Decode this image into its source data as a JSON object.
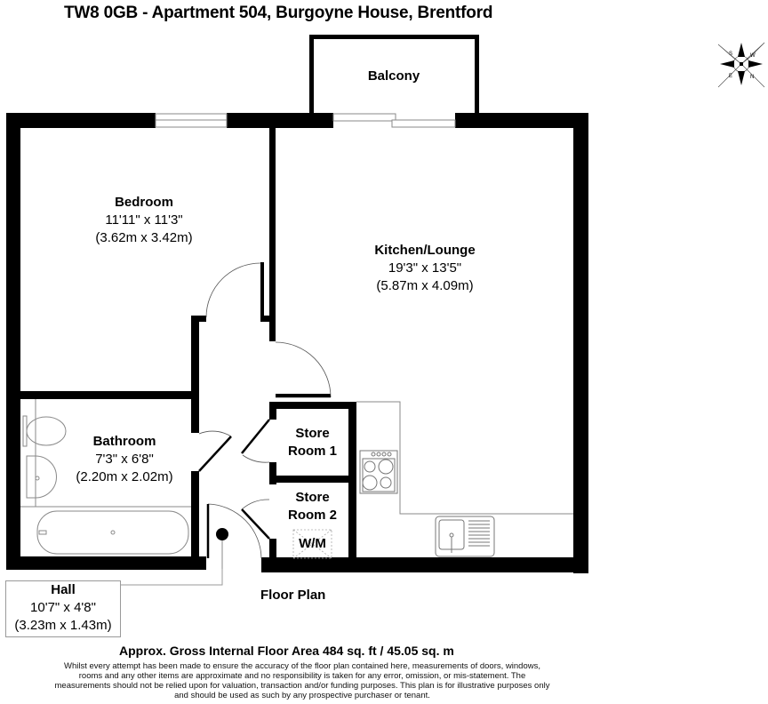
{
  "header": {
    "title": "TW8 0GB - Apartment 504, Burgoyne House, Brentford"
  },
  "compass": {
    "icon": "compass-rose-icon",
    "letters": [
      "S",
      "W",
      "E",
      "N"
    ]
  },
  "rooms": {
    "balcony": {
      "name": "Balcony"
    },
    "bedroom": {
      "name": "Bedroom",
      "dim_imperial": "11'11\" x 11'3\"",
      "dim_metric": "(3.62m x 3.42m)"
    },
    "kitchen_lounge": {
      "name": "Kitchen/Lounge",
      "dim_imperial": "19'3\" x 13'5\"",
      "dim_metric": "(5.87m x 4.09m)"
    },
    "bathroom": {
      "name": "Bathroom",
      "dim_imperial": "7'3\" x 6'8\"",
      "dim_metric": "(2.20m x 2.02m)"
    },
    "store_room_1": {
      "name_line1": "Store",
      "name_line2": "Room 1"
    },
    "store_room_2": {
      "name_line1": "Store",
      "name_line2": "Room 2"
    },
    "washing_machine": {
      "label": "W/M"
    },
    "hall": {
      "name": "Hall",
      "dim_imperial": "10'7\" x 4'8\"",
      "dim_metric": "(3.23m x 1.43m)"
    }
  },
  "footer": {
    "floor_plan_label": "Floor Plan",
    "area": "Approx. Gross Internal Floor Area 484 sq. ft / 45.05 sq. m",
    "disclaimer": "Whilst every attempt has been made to ensure the accuracy of the floor plan contained here, measurements of doors, windows, rooms and any other items are approximate and no responsibility is taken for any error, omission, or mis-statement. The measurements should not be relied upon for valuation, transaction and/or funding purposes. This plan is for illustrative purposes only and should be used as such by any prospective purchaser or tenant."
  },
  "colors": {
    "wall": "#000000",
    "fixture_line": "#8a8a8a",
    "background": "#ffffff"
  }
}
